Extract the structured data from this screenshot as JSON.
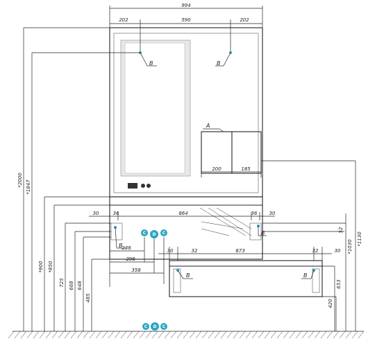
{
  "colors": {
    "line": "#222222",
    "accent": "#2aa6c4",
    "background": "#ffffff"
  },
  "top": {
    "total_width": "994",
    "left": "202",
    "center": "590",
    "right": "202"
  },
  "markers": {
    "a": "A",
    "b": "B"
  },
  "shelf_dims": {
    "d1": "200",
    "d2": "185"
  },
  "cabinet": {
    "left_gap": "30",
    "left_inner": "36",
    "width": "864",
    "right_inner": "36",
    "right_gap": "30"
  },
  "drawer_dims": {
    "d1": "30",
    "d2": "32",
    "width": "873",
    "d3": "32",
    "d4": "30"
  },
  "bottom_dims": {
    "d1": "238",
    "d2": "298",
    "d3": "358"
  },
  "heights_left": [
    "*2000",
    "*1847",
    "*900",
    "*850",
    "725",
    "668",
    "648",
    "485"
  ],
  "heights_right": [
    "*1130",
    "*1030",
    "653",
    "420",
    "52"
  ],
  "icons": {
    "c": "C",
    "d": "D"
  }
}
